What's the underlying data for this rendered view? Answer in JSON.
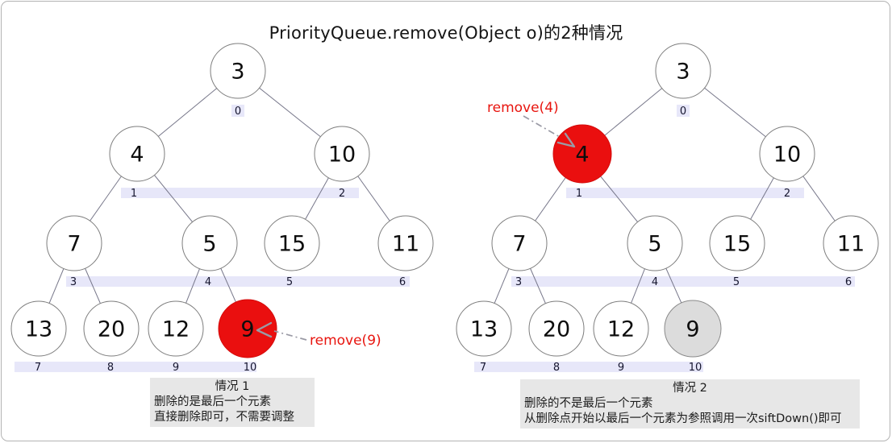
{
  "title": "PriorityQueue.remove(Object o)的2种情况",
  "colors": {
    "red": "#ea0f0f",
    "red-border": "#d40b0b",
    "gray-fill": "#dcdcdc",
    "band": "#e7e7f9",
    "caption-bg": "#e7e7e7",
    "edge": "#77778a",
    "node-border": "#7d7d7d",
    "index-text": "#15152e",
    "arrow": "#9a9aa5",
    "remove-text": "#e8140e"
  },
  "cases": [
    {
      "name": "case-1",
      "remove_label": "remove(9)",
      "heap_values": [
        "3",
        "4",
        "10",
        "7",
        "5",
        "15",
        "11",
        "13",
        "20",
        "12",
        "9"
      ],
      "index_labels": [
        "0",
        "1",
        "2",
        "3",
        "4",
        "5",
        "6",
        "7",
        "8",
        "9",
        "10"
      ],
      "highlights": {
        "10": "red"
      },
      "caption": {
        "title": "情况 1",
        "lines": [
          "删除的是最后一个元素",
          "直接删除即可，不需要调整"
        ]
      }
    },
    {
      "name": "case-2",
      "remove_label": "remove(4)",
      "heap_values": [
        "3",
        "4",
        "10",
        "7",
        "5",
        "15",
        "11",
        "13",
        "20",
        "12",
        "9"
      ],
      "index_labels": [
        "0",
        "1",
        "2",
        "3",
        "4",
        "5",
        "6",
        "7",
        "8",
        "9",
        "10"
      ],
      "highlights": {
        "1": "red",
        "10": "gray"
      },
      "caption": {
        "title": "情况 2",
        "lines": [
          "删除的不是最后一个元素",
          "从删除点开始以最后一个元素为参照调用一次siftDown()即可"
        ]
      }
    }
  ]
}
